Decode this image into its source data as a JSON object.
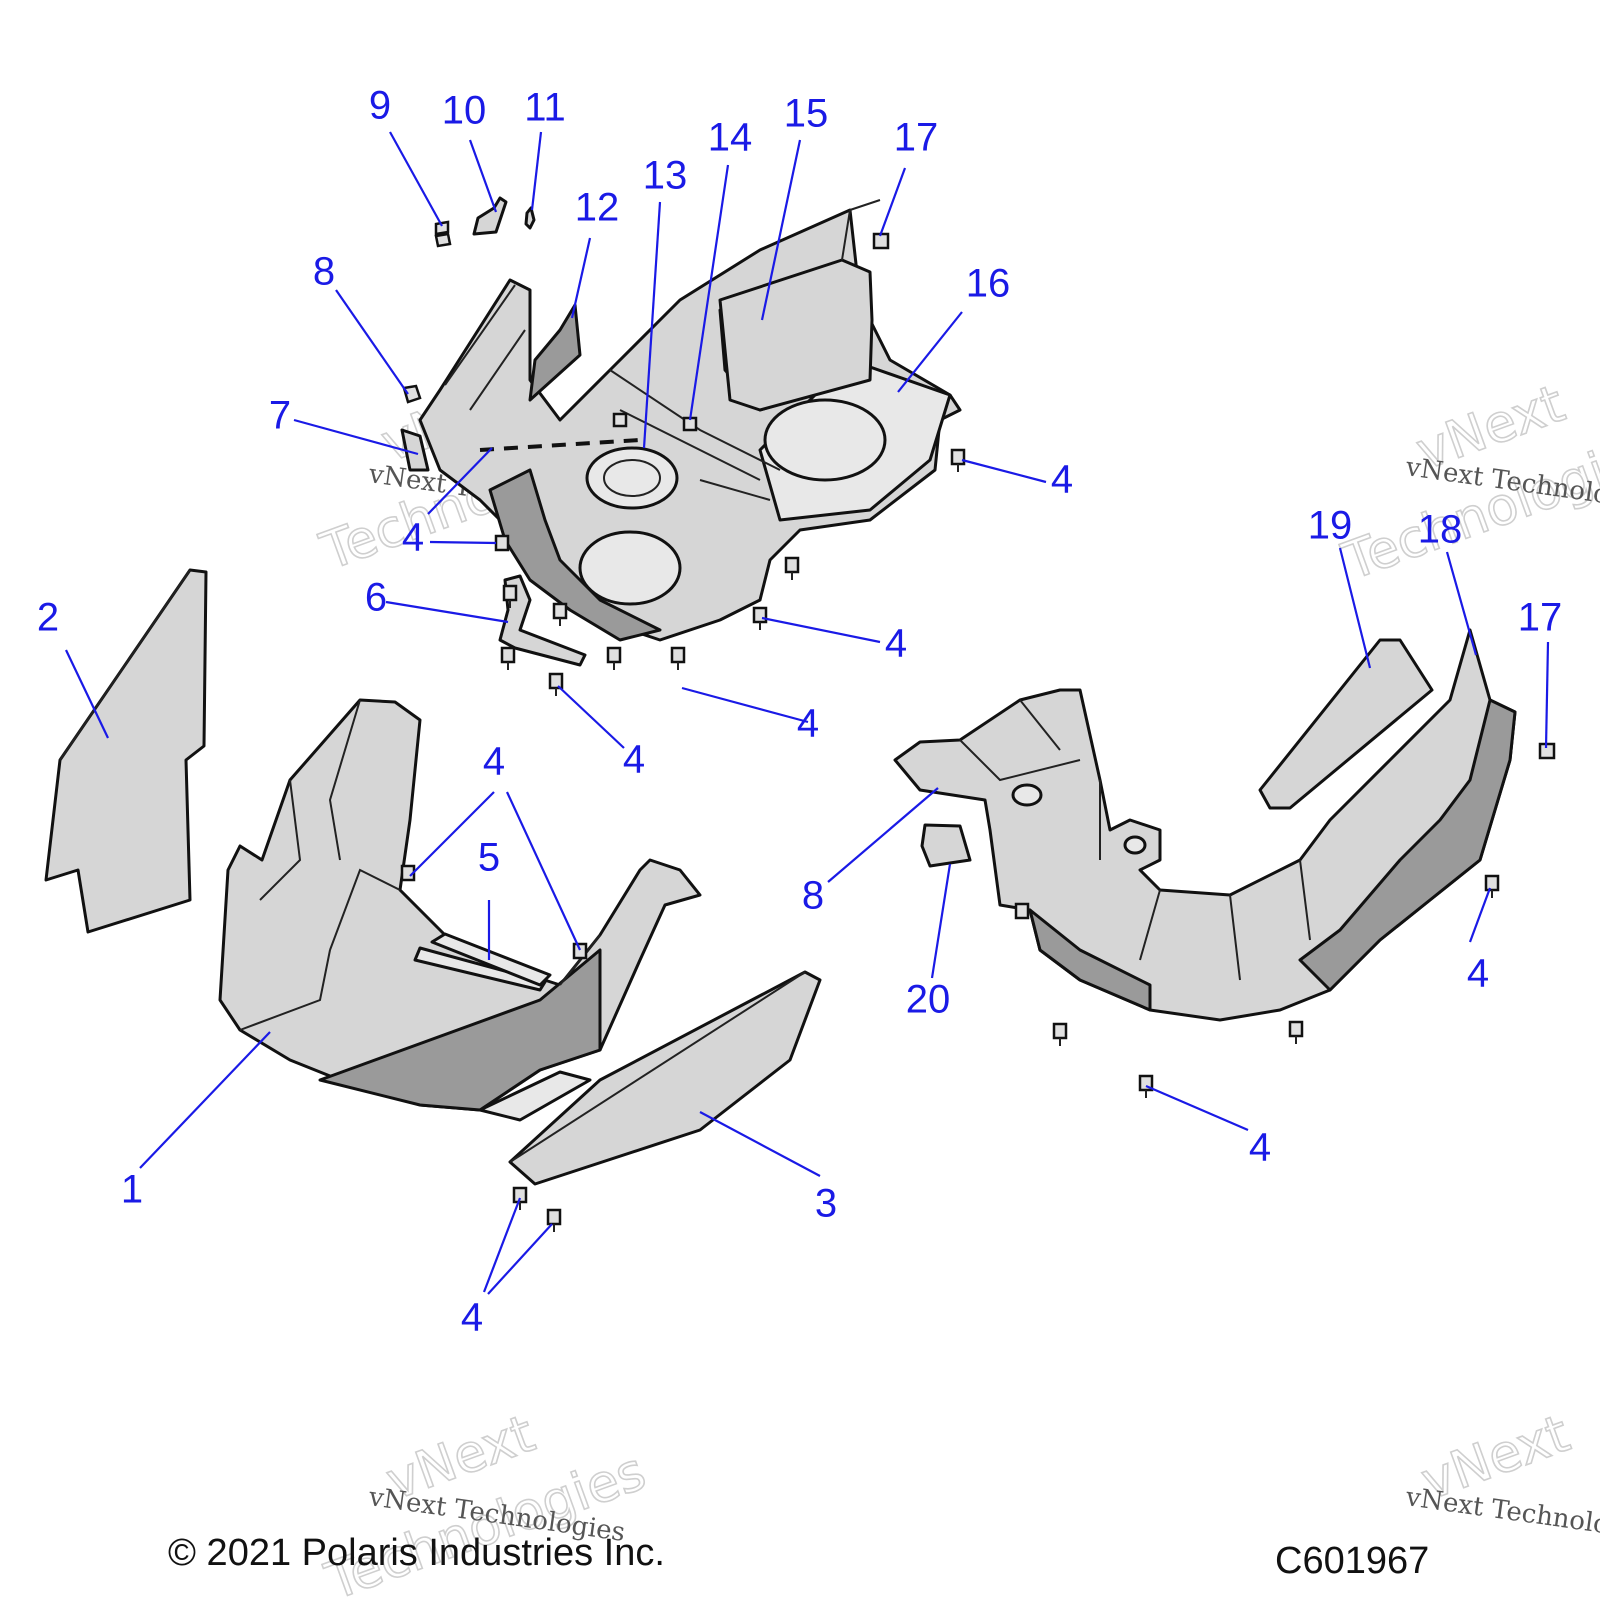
{
  "callouts": [
    "9",
    "10",
    "11",
    "12",
    "13",
    "14",
    "15",
    "17",
    "16",
    "8",
    "7",
    "4",
    "4",
    "6",
    "4",
    "4",
    "4",
    "2",
    "19",
    "18",
    "17",
    "4",
    "5",
    "8",
    "20",
    "4",
    "1",
    "3",
    "4",
    "4"
  ],
  "watermark": {
    "script": "vNext Technologies",
    "outline_top": "vNext",
    "outline_bottom": "Technologies"
  },
  "footer": {
    "copyright": "© 2021 Polaris Industries Inc.",
    "figure_id": "C601967"
  },
  "colors": {
    "callout": "#1a1ae6",
    "line_art": "#111111",
    "part_fill": "#d6d6d6"
  }
}
